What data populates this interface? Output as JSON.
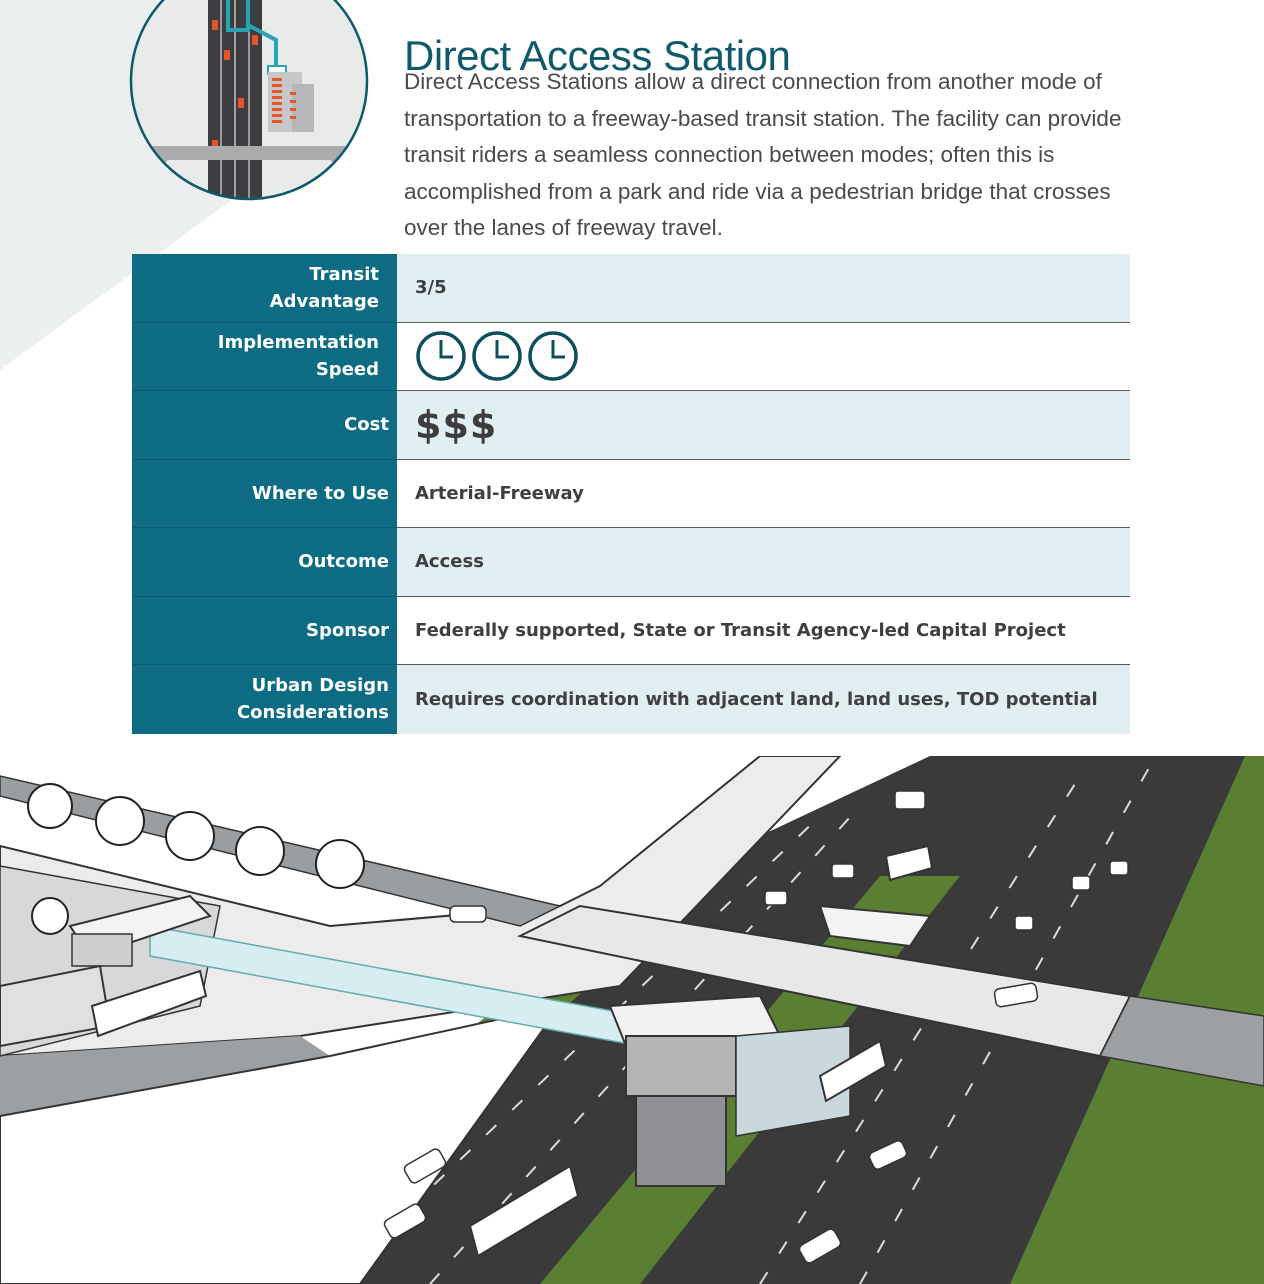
{
  "header": {
    "title": "Direct Access Station",
    "description": "Direct Access Stations allow a direct connection from another mode of transportation to a freeway-based transit station. The facility can provide transit riders a seamless connection between modes; often this is accomplished from a park and ride via a pedestrian bridge that crosses over the lanes of freeway travel."
  },
  "table": {
    "transit_advantage": {
      "label": "Transit Advantage",
      "value": "3/5"
    },
    "implementation_speed": {
      "label": "Implementation Speed",
      "clock_count": 3,
      "icon": "clock-icon"
    },
    "cost": {
      "label": "Cost",
      "value": "$$$"
    },
    "where_to_use": {
      "label": "Where to Use",
      "value": "Arterial-Freeway"
    },
    "outcome": {
      "label": "Outcome",
      "value": "Access"
    },
    "sponsor": {
      "label": "Sponsor",
      "value": "Federally supported, State or Transit Agency-led Capital Project"
    },
    "urban_design": {
      "label": "Urban Design Considerations",
      "value": "Requires coordination with adjacent land, land uses, TOD potential"
    }
  },
  "colors": {
    "header_teal": "#0e5a6a",
    "label_teal": "#0d6c83",
    "row_shade": "#e1eff2",
    "grass_green": "#5a7f32",
    "road_gray": "#3a3a3a",
    "accent_orange": "#e8542a"
  }
}
